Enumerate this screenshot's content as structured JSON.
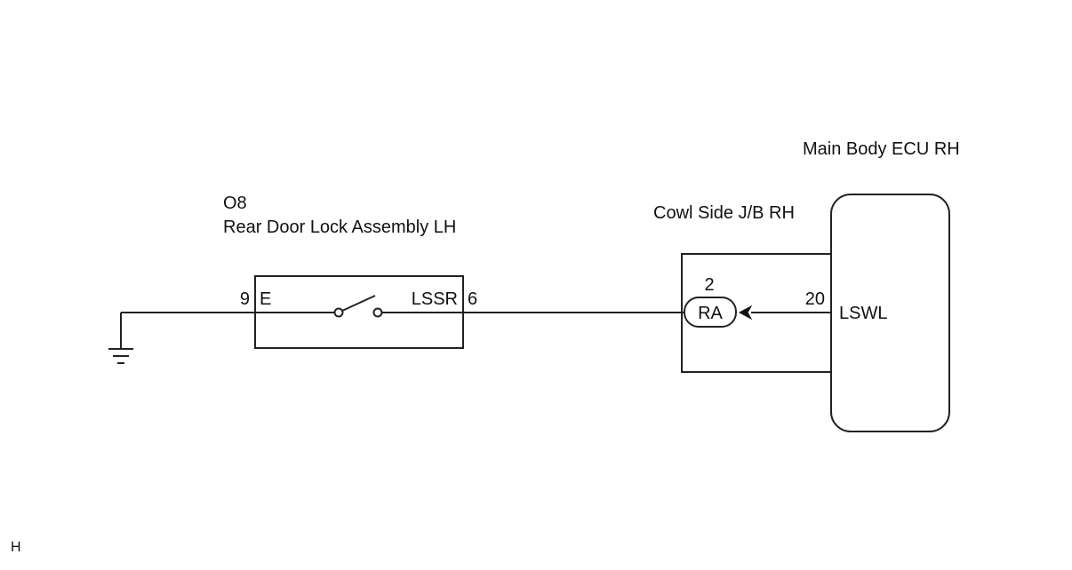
{
  "door_lock": {
    "code": "O8",
    "name": "Rear Door Lock Assembly LH",
    "pin_left_number": "9",
    "pin_left_name": "E",
    "pin_right_name": "LSSR",
    "pin_right_number": "6"
  },
  "junction_block": {
    "name": "Cowl Side J/B RH",
    "connector_label": "RA",
    "connector_pin": "2"
  },
  "ecu": {
    "name": "Main Body ECU RH",
    "pin_number": "20",
    "pin_name": "LSWL"
  },
  "footer": {
    "mark": "H"
  },
  "icons": [
    "ground-icon",
    "switch-icon",
    "connector-arrow-icon"
  ]
}
